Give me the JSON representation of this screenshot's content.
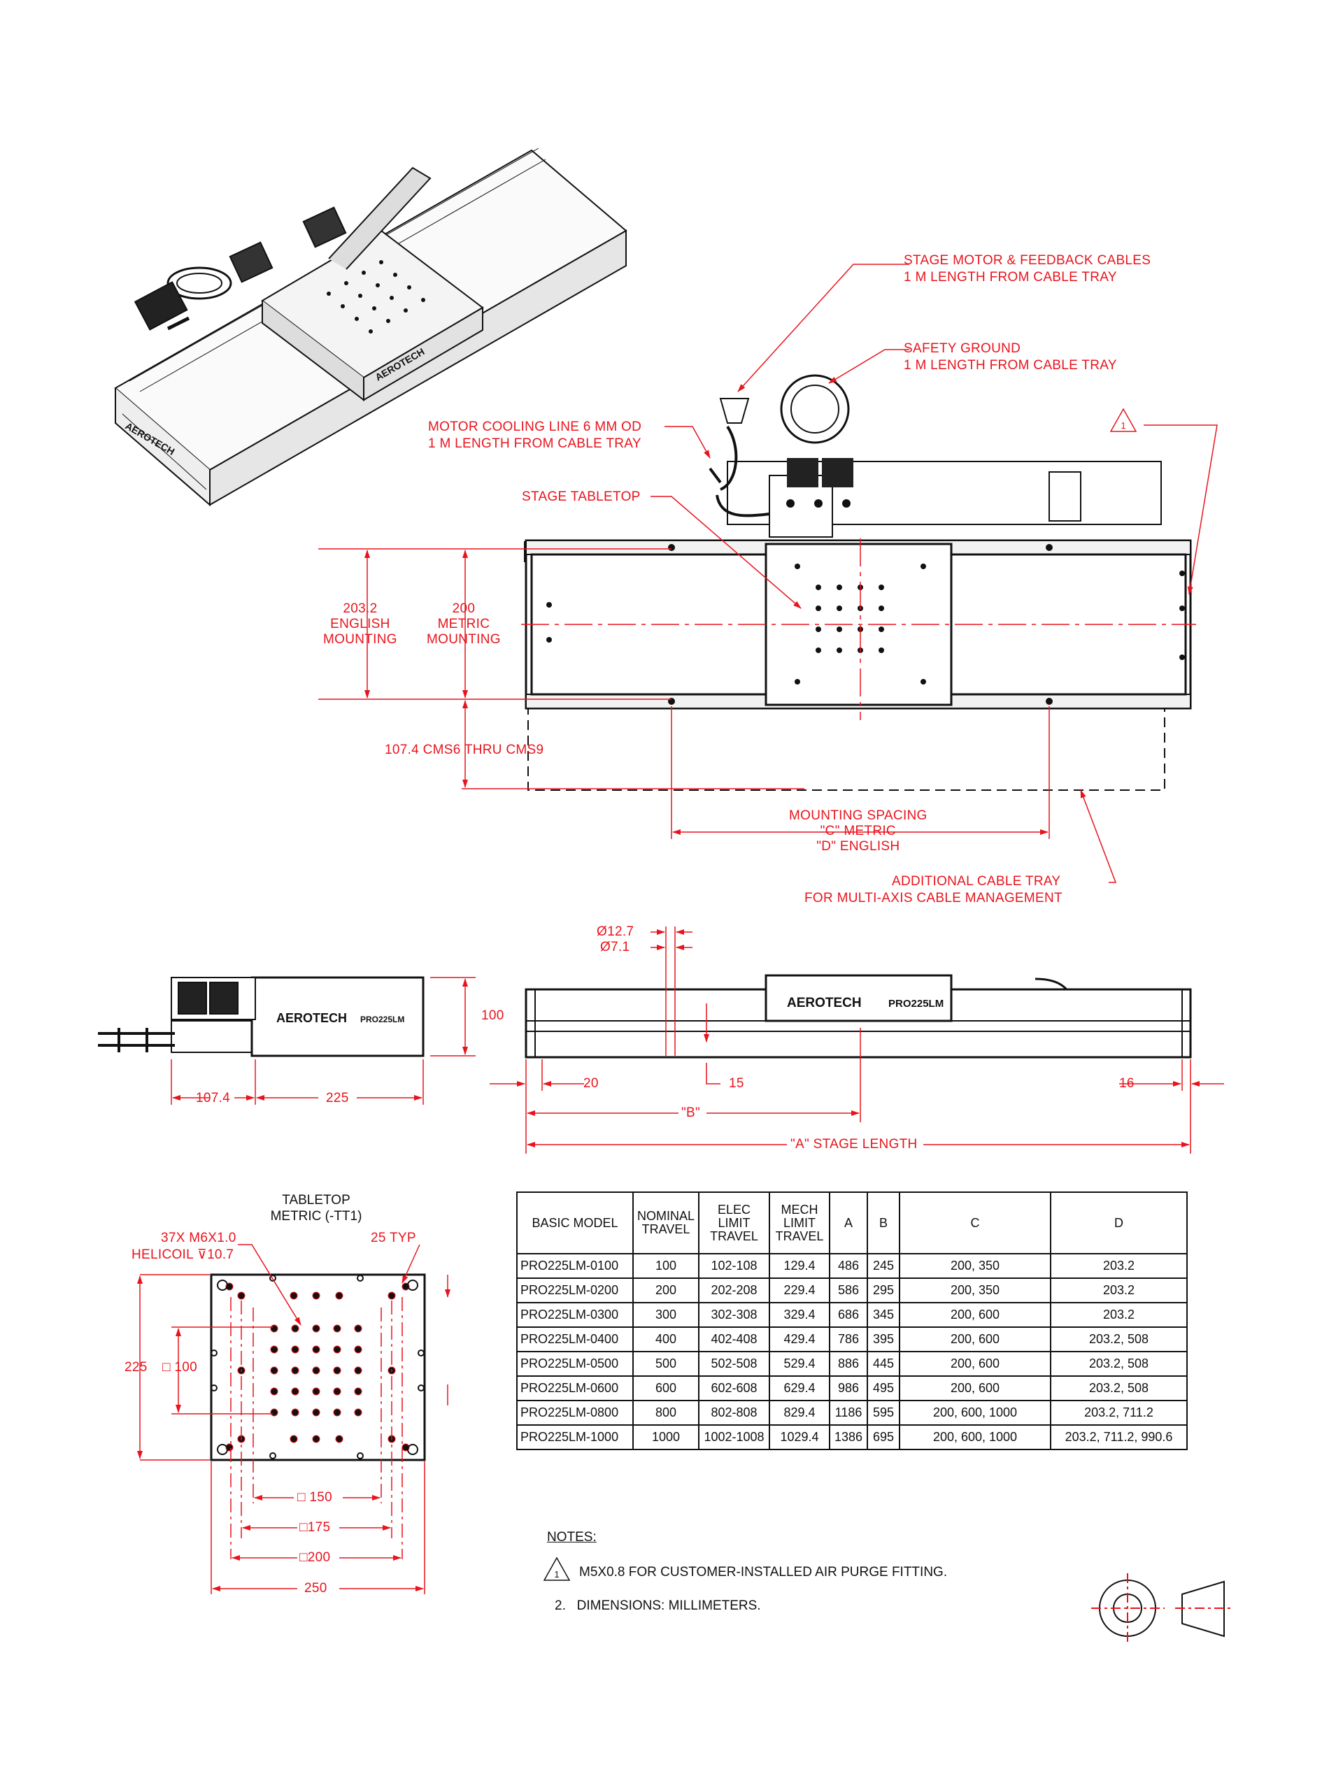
{
  "colors": {
    "dimension": "#e8141d",
    "outline": "#111111"
  },
  "brand_logo": "AEROTECH",
  "model_mark": "PRO225LM",
  "callouts": {
    "cables_l1": "STAGE MOTOR & FEEDBACK CABLES",
    "cables_l2": "1 M LENGTH FROM CABLE TRAY",
    "ground_l1": "SAFETY GROUND",
    "ground_l2": "1 M LENGTH FROM CABLE TRAY",
    "cooling_l1": "MOTOR COOLING LINE 6 MM OD",
    "cooling_l2": "1 M LENGTH FROM CABLE TRAY",
    "tabletop": "STAGE TABLETOP",
    "note_flag": "1",
    "eng_mount": "203.2\nENGLISH\nMOUNTING",
    "met_mount": "200\nMETRIC\nMOUNTING",
    "cms": "107.4 CMS6 THRU CMS9",
    "spacing": "MOUNTING SPACING\n\"C\" METRIC\n\"D\" ENGLISH",
    "tray_l1": "ADDITIONAL CABLE TRAY",
    "tray_l2": "FOR MULTI-AXIS CABLE MANAGEMENT"
  },
  "side_view": {
    "height": "100",
    "offset": "107.4",
    "width": "225"
  },
  "front_view": {
    "dia_outer": "Ø12.7",
    "dia_inner": "Ø7.1",
    "d20": "20",
    "d15": "15",
    "d16": "16",
    "b_label": "\"B\"",
    "a_label": "\"A\" STAGE LENGTH"
  },
  "tabletop": {
    "title": "TABLETOP\nMETRIC (-TT1)",
    "holes_l1": "37X M6X1.0",
    "holes_l2": "HELICOIL ⊽10.7",
    "typ": "25 TYP",
    "d225": "225",
    "d100": "□ 100",
    "d150": "□ 150",
    "d175": "□175",
    "d200": "□200",
    "d250": "250"
  },
  "table": {
    "headers": [
      "BASIC MODEL",
      "NOMINAL\nTRAVEL",
      "ELEC\nLIMIT\nTRAVEL",
      "MECH\nLIMIT\nTRAVEL",
      "A",
      "B",
      "C",
      "D"
    ],
    "rows": [
      [
        "PRO225LM-0100",
        "100",
        "102-108",
        "129.4",
        "486",
        "245",
        "200, 350",
        "203.2"
      ],
      [
        "PRO225LM-0200",
        "200",
        "202-208",
        "229.4",
        "586",
        "295",
        "200, 350",
        "203.2"
      ],
      [
        "PRO225LM-0300",
        "300",
        "302-308",
        "329.4",
        "686",
        "345",
        "200, 600",
        "203.2"
      ],
      [
        "PRO225LM-0400",
        "400",
        "402-408",
        "429.4",
        "786",
        "395",
        "200, 600",
        "203.2, 508"
      ],
      [
        "PRO225LM-0500",
        "500",
        "502-508",
        "529.4",
        "886",
        "445",
        "200, 600",
        "203.2, 508"
      ],
      [
        "PRO225LM-0600",
        "600",
        "602-608",
        "629.4",
        "986",
        "495",
        "200, 600",
        "203.2, 508"
      ],
      [
        "PRO225LM-0800",
        "800",
        "802-808",
        "829.4",
        "1186",
        "595",
        "200, 600, 1000",
        "203.2, 711.2"
      ],
      [
        "PRO225LM-1000",
        "1000",
        "1002-1008",
        "1029.4",
        "1386",
        "695",
        "200, 600, 1000",
        "203.2, 711.2, 990.6"
      ]
    ]
  },
  "notes": {
    "heading": "NOTES:",
    "n1_flag": "1",
    "n1": "M5X0.8 FOR CUSTOMER-INSTALLED AIR PURGE FITTING.",
    "n2": "2.   DIMENSIONS: MILLIMETERS."
  }
}
